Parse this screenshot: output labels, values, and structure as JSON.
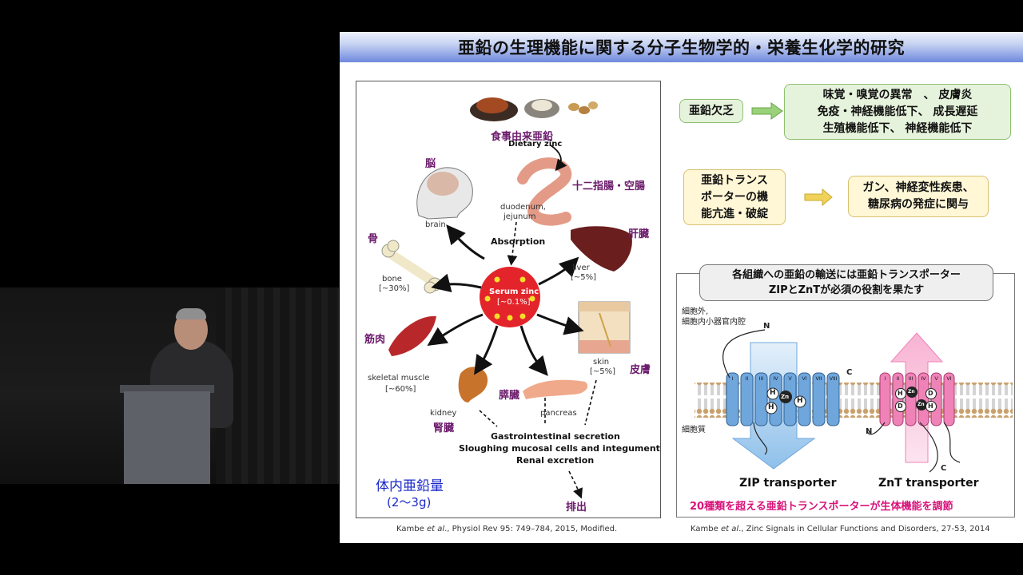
{
  "slide": {
    "title": "亜鉛の生理機能に関する分子生物学的・栄養生化学的研究",
    "left_diagram": {
      "dietary": {
        "jp": "食事由来亜鉛",
        "en": "Dietary zinc"
      },
      "duodenum": {
        "jp": "十二指腸・空腸",
        "en1": "duodenum,",
        "en2": "jejunum"
      },
      "absorption": "Absorption",
      "serum": {
        "label": "Serum zinc",
        "pct": "[~0.1%]"
      },
      "brain": {
        "jp": "脳",
        "en": "brain"
      },
      "bone": {
        "jp": "骨",
        "en": "bone",
        "pct": "[~30%]"
      },
      "muscle": {
        "jp": "筋肉",
        "en": "skeletal muscle",
        "pct": "[~60%]"
      },
      "kidney": {
        "jp": "腎臓",
        "en": "kidney"
      },
      "pancreas": {
        "jp": "膵臓",
        "en": "pancreas"
      },
      "liver": {
        "jp": "肝臓",
        "en": "liver",
        "pct": "[~5%]"
      },
      "skin": {
        "jp": "皮膚",
        "en": "skin",
        "pct": "[~5%]"
      },
      "secretion": [
        "Gastrointestinal secretion",
        "Sloughing mucosal cells and integument",
        "Renal excretion"
      ],
      "excretion": "排出",
      "total_line1": "体内亜鉛量",
      "total_line2": "(2～3g)"
    },
    "right_top": {
      "deficiency": "亜鉛欠乏",
      "symptoms": [
        "味覚・嗅覚の異常　、 皮膚炎",
        "免疫・神経機能低下、 成長遅延",
        "生殖機能低下、 神経機能低下"
      ],
      "transporter_box": [
        "亜鉛トランス",
        "ポーターの機",
        "能亢進・破綻"
      ],
      "disease": [
        "ガン、神経変性疾患、",
        "糖尿病の発症に関与"
      ]
    },
    "transport_panel": {
      "header": [
        "各組織への亜鉛の輸送には亜鉛トランスポーター",
        "ZIPとZnTが必須の役割を果たす"
      ],
      "outside": [
        "細胞外,",
        "細胞内小器官内腔"
      ],
      "cytoplasm": "細胞質",
      "zip_label": "ZIP transporter",
      "znt_label": "ZnT transporter",
      "footer": "20種類を超える亜鉛トランスポーターが生体機能を調節",
      "zip_roman": [
        "I",
        "II",
        "III",
        "IV",
        "V",
        "VI",
        "VII",
        "VIII"
      ],
      "znt_roman": [
        "I",
        "II",
        "III",
        "IV",
        "V",
        "VI"
      ],
      "n_term": "N",
      "c_term": "C",
      "h_letter": "H",
      "d_letter": "D",
      "zn": "Zn"
    },
    "citations": {
      "left": {
        "author": "Kambe ",
        "etal": "et al",
        "rest": "., Physiol Rev 95: 749–784, 2015, Modified."
      },
      "right": {
        "author": "Kambe ",
        "etal": "et al",
        "rest": "., Zinc Signals in Cellular Functions and Disorders, 27-53, 2014"
      }
    },
    "colors": {
      "title_gradient_bottom": "#6e88dd",
      "serum_red": "#e3252b",
      "organ_label": "#6b1a6b",
      "total_blue": "#1a28c8",
      "footer_magenta": "#d8127a",
      "zip_blue": "#6fa7dd",
      "znt_pink": "#ef83b8"
    }
  }
}
